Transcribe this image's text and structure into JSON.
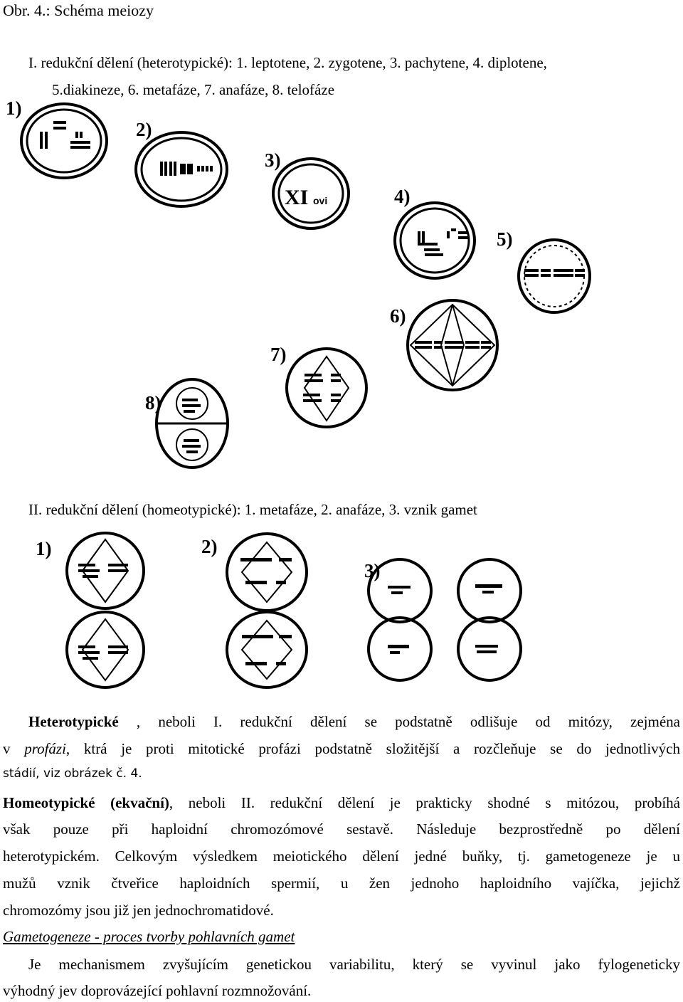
{
  "caption": "Obr. 4.: Schéma meiozy",
  "section1": {
    "line1": "I.   redukční dělení (heterotypické): 1. leptotene, 2. zygotene, 3. pachytene, 4. diplotene,",
    "line2": "5.diakineze, 6. metafáze, 7. anafáze, 8. telofáze"
  },
  "fig1_labels": [
    "1)",
    "2)",
    "3)",
    "4)",
    "5)",
    "6)",
    "7)",
    "8)"
  ],
  "section2": "II. redukční dělení (homeotypické): 1. metafáze, 2. anafáze, 3. vznik gamet",
  "fig2_labels": [
    "1)",
    "2)",
    "3)"
  ],
  "para1": {
    "term": "Heterotypické",
    "l1_rest": " , neboli I. redukční dělení se podstatně odlišuje od mitózy, zejména",
    "l2_a": "v ",
    "l2_italic": "profázi",
    "l2_rest": ", ktrá je proti mitotické profázi podstatně složitější a rozčleňuje se do jednotlivých",
    "l3": "stádií, viz obrázek č. 4."
  },
  "para2": {
    "term": "Homeotypické (ekvační)",
    "l1_rest": ", neboli II. redukční dělení je prakticky shodné s mitózou, probíhá",
    "l2": "však pouze při haploidní chromozómové sestavě. Následuje bezprostředně po dělení",
    "l3": "heterotypickém. Celkovým výsledkem meiotického dělení jedné buňky, tj. gametogeneze je u",
    "l4": "mužů vznik čtveřice haploidních spermií, u žen jednoho haploidního vajíčka, jejichž",
    "l5": "chromozómy jsou již jen jednochromatidové."
  },
  "gametogeneze_heading": "Gametogeneze - proces tvorby pohlavních gamet",
  "para3": {
    "l1": "Je mechanismem zvyšujícím genetickou variabilitu, který se vyvinul jako fylogeneticky",
    "l2": "výhodný jev doprovázející pohlavní rozmnožování."
  }
}
